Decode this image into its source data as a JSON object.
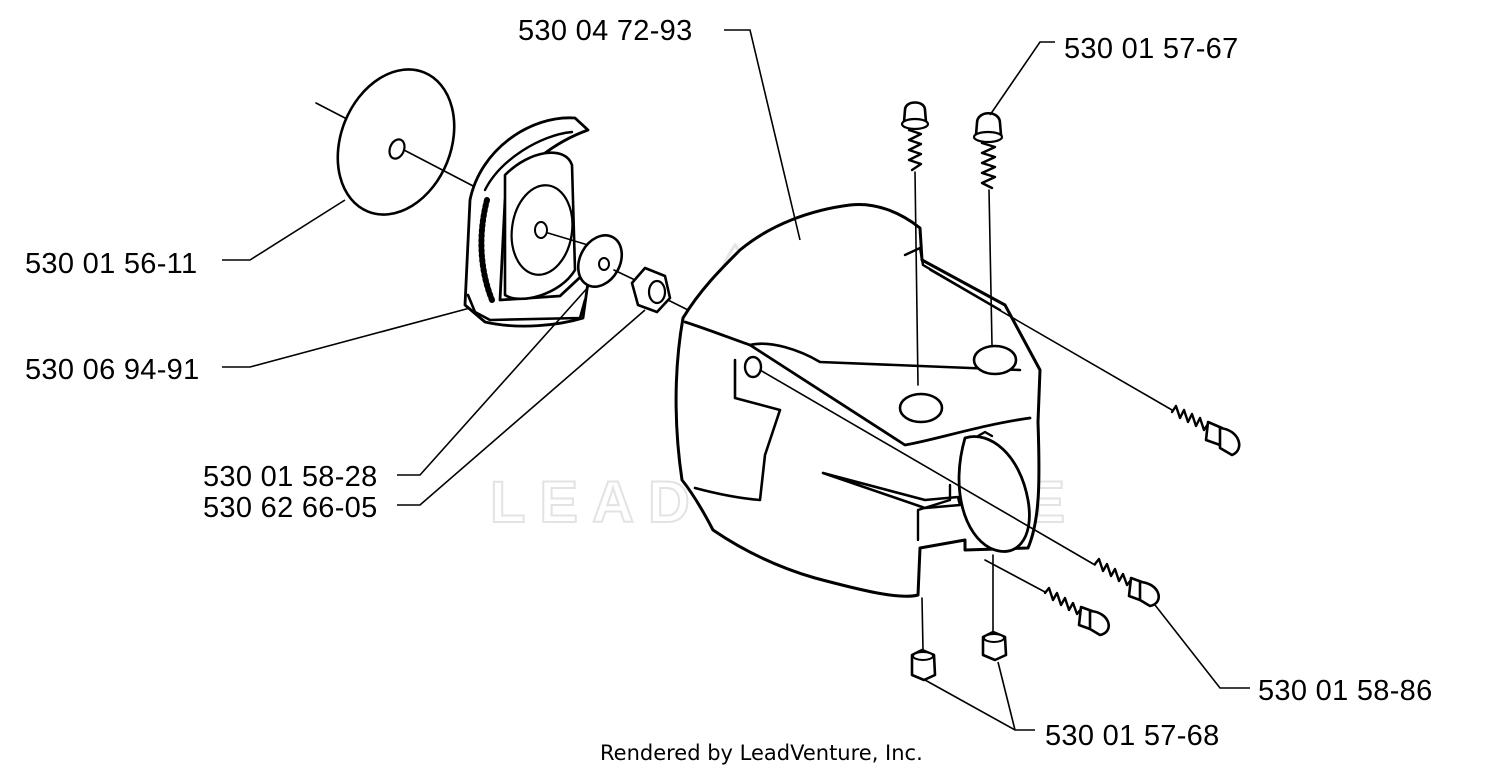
{
  "diagram": {
    "parts": [
      {
        "id": "cover",
        "number": "530 04 72-93"
      },
      {
        "id": "screw-top",
        "number": "530 01 57-67"
      },
      {
        "id": "disc",
        "number": "530 01 56-11"
      },
      {
        "id": "starter-pulley",
        "number": "530 06 94-91"
      },
      {
        "id": "washer",
        "number": "530 01 58-28"
      },
      {
        "id": "nut",
        "number": "530 62 66-05"
      },
      {
        "id": "screw-side",
        "number": "530 01 58-86"
      },
      {
        "id": "nut-bottom",
        "number": "530 01 57-68"
      }
    ],
    "footer": "Rendered by LeadVenture, Inc.",
    "watermark": {
      "text": "LEADVENTURE",
      "color": "#e3e3e3"
    },
    "colors": {
      "ink": "#000000",
      "background": "#ffffff"
    }
  }
}
